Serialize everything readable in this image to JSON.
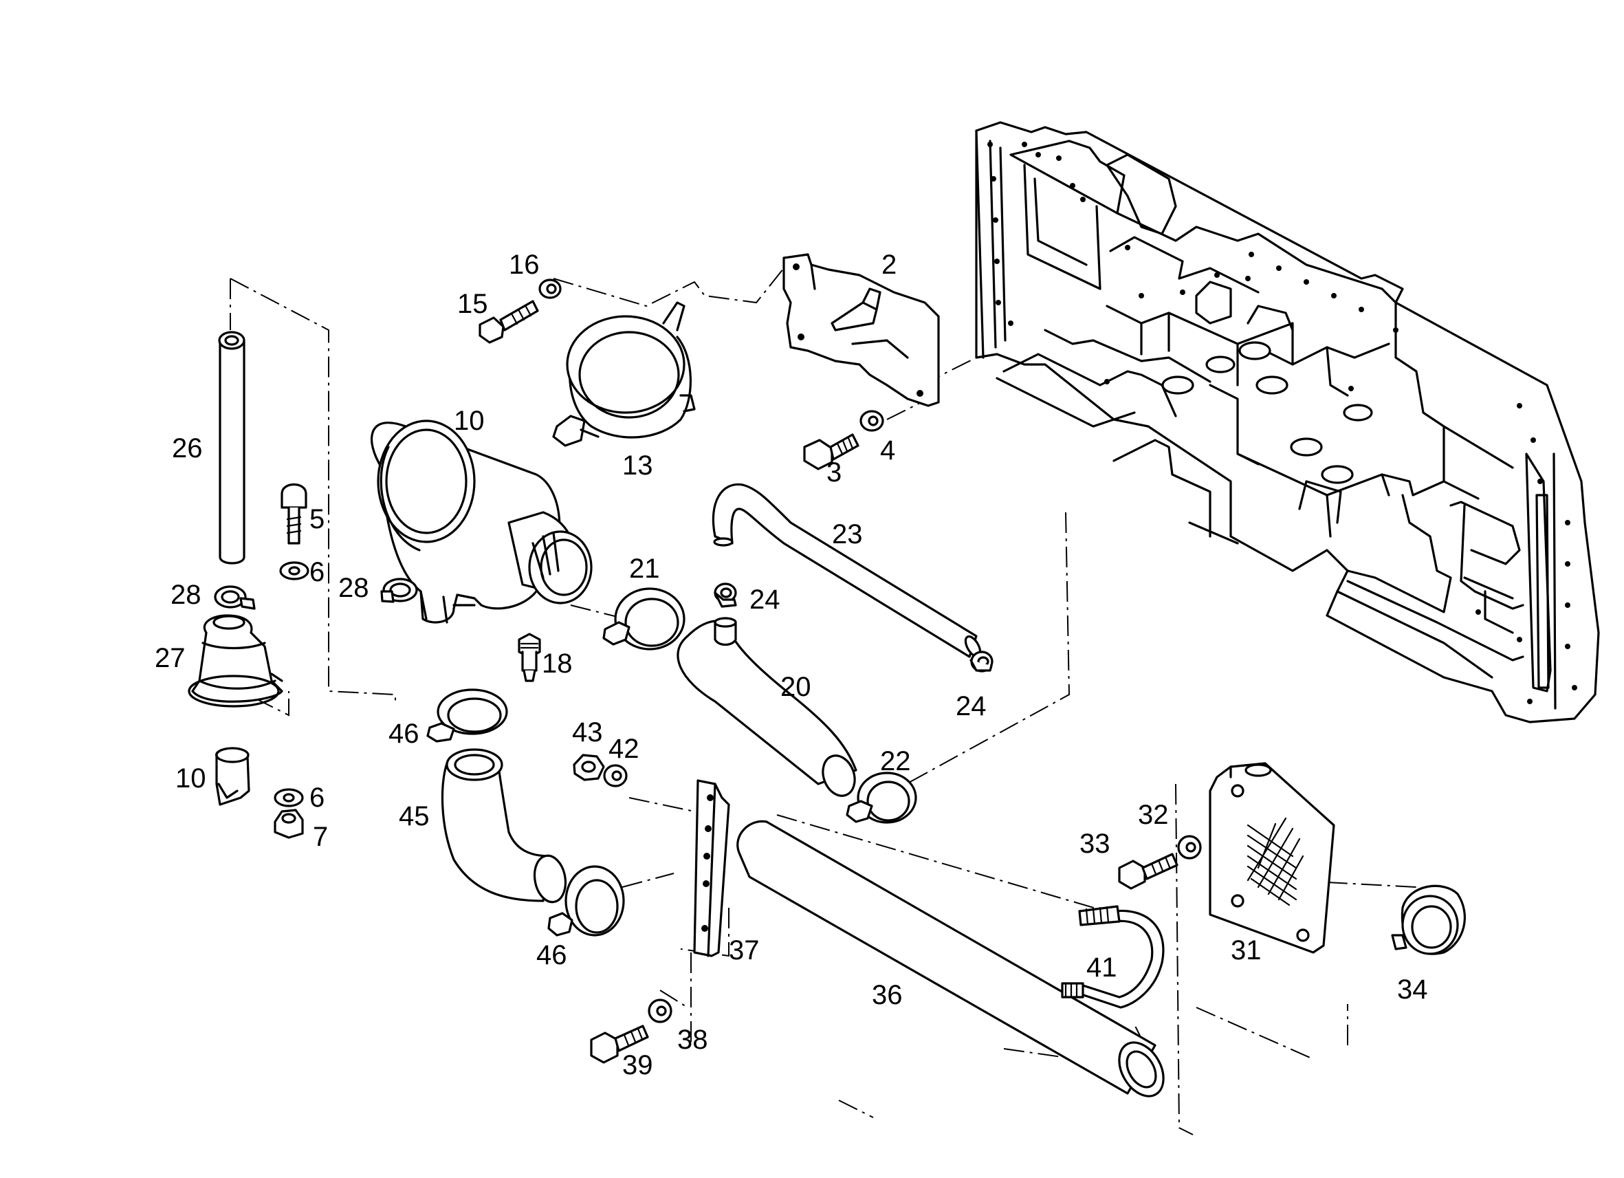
{
  "callouts": {
    "c2": "2",
    "c3": "3",
    "c4": "4",
    "c5": "5",
    "c6a": "6",
    "c6b": "6",
    "c7": "7",
    "c10a": "10",
    "c10b": "10",
    "c13": "13",
    "c15": "15",
    "c16": "16",
    "c18": "18",
    "c20": "20",
    "c21": "21",
    "c22": "22",
    "c23": "23",
    "c24a": "24",
    "c24b": "24",
    "c26": "26",
    "c27": "27",
    "c28a": "28",
    "c28b": "28",
    "c31": "31",
    "c32": "32",
    "c33": "33",
    "c34": "34",
    "c36": "36",
    "c37": "37",
    "c38": "38",
    "c39": "39",
    "c41": "41",
    "c42": "42",
    "c43": "43",
    "c45": "45",
    "c46a": "46",
    "c46b": "46"
  }
}
